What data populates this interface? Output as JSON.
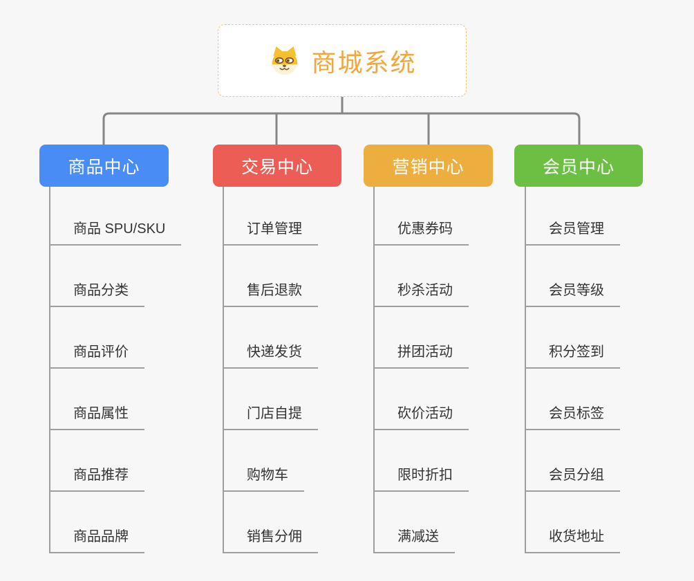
{
  "root": {
    "title": "商城系统",
    "icon": "shiba-dog-icon"
  },
  "branches": [
    {
      "label": "商品中心",
      "color": "#4a8cf5",
      "children": [
        "商品 SPU/SKU",
        "商品分类",
        "商品评价",
        "商品属性",
        "商品推荐",
        "商品品牌"
      ]
    },
    {
      "label": "交易中心",
      "color": "#ec5d55",
      "children": [
        "订单管理",
        "售后退款",
        "快递发货",
        "门店自提",
        "购物车",
        "销售分佣"
      ]
    },
    {
      "label": "营销中心",
      "color": "#ecae3f",
      "children": [
        "优惠券码",
        "秒杀活动",
        "拼团活动",
        "砍价活动",
        "限时折扣",
        "满减送"
      ]
    },
    {
      "label": "会员中心",
      "color": "#6cbf43",
      "children": [
        "会员管理",
        "会员等级",
        "积分签到",
        "会员标签",
        "会员分组",
        "收货地址"
      ]
    }
  ],
  "colors": {
    "background": "#f7f7f7",
    "root_border": "#f2c477",
    "root_title": "#f1a73b",
    "connector_bus": "#868686",
    "leaf_line": "#9e9e9e",
    "leaf_text": "#333333"
  }
}
